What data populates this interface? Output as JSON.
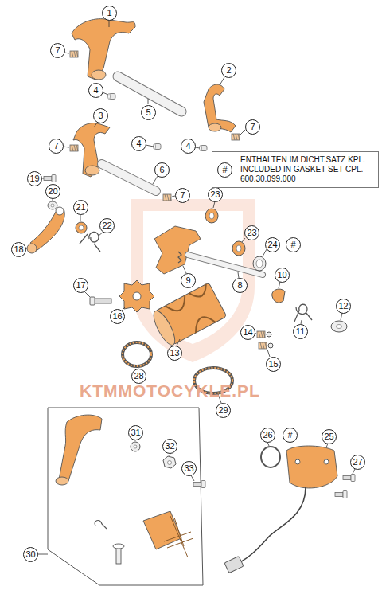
{
  "diagram": {
    "nodes": [
      {
        "text": [
          "#",
          "ENTHALTEN IM DICHT.SATZ KPL. INCLUDED IN GASKET-SET CPL. 600.30.099.000"
        ]
      }
    ],
    "labels": [
      "1",
      "7",
      "2",
      "4",
      "5",
      "3",
      "7",
      "7",
      "4",
      "4",
      "6",
      "19",
      "20",
      "7",
      "23",
      "21",
      "22",
      "23",
      "24",
      "#",
      "18",
      "10",
      "9",
      "8",
      "17",
      "12",
      "16",
      "11",
      "14",
      "13",
      "15",
      "28",
      "KTMMOTOCYKLE.PL",
      "29",
      "31",
      "26",
      "#",
      "25",
      "32",
      "33",
      "27",
      "30"
    ]
  }
}
